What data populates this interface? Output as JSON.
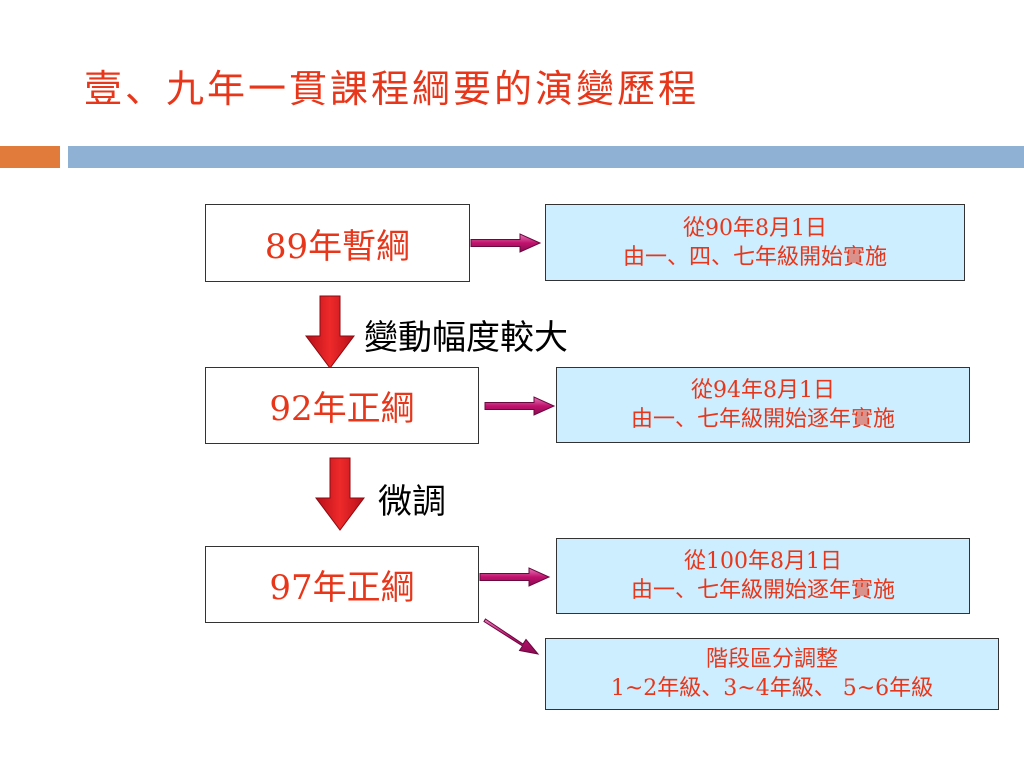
{
  "title": "壹、九年一貫課程綱要的演變歷程",
  "versions": [
    {
      "label": "89年暫綱"
    },
    {
      "label": "92年正綱"
    },
    {
      "label": "97年正綱"
    }
  ],
  "changes": [
    {
      "label": "變動幅度較大"
    },
    {
      "label": "微調"
    }
  ],
  "info": [
    {
      "line1": "從90年8月1日",
      "line2": "由一、四、七年級開始實施"
    },
    {
      "line1": "從94年8月1日",
      "line2": "由一、七年級開始逐年實施"
    },
    {
      "line1": "從100年8月1日",
      "line2": "由一、七年級開始逐年實施"
    },
    {
      "line1": "階段區分調整",
      "line2": "1~2年級、3~4年級、 5~6年級"
    }
  ],
  "colors": {
    "title": "#e8361a",
    "box_text": "#e8361a",
    "info_fill": "#cceeff",
    "down_arrow": "#e8202a",
    "right_arrow": "#c0126e",
    "bar_orange": "#e07b3c",
    "bar_blue": "#8fb2d4"
  }
}
